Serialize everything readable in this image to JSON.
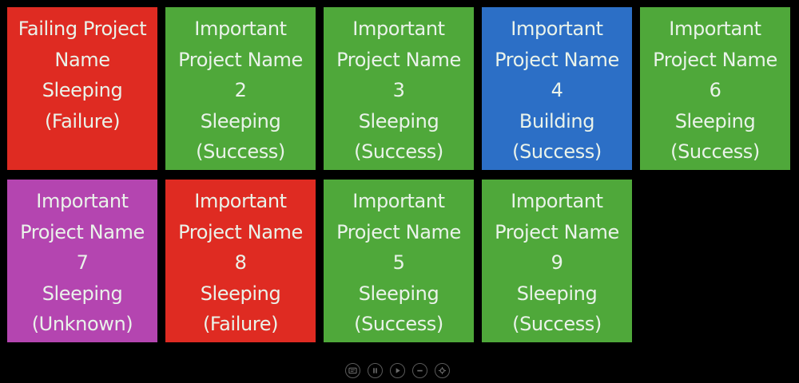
{
  "tiles": [
    {
      "lines": [
        "Failing Project",
        "Name",
        "Sleeping",
        "(Failure)"
      ],
      "color": "red"
    },
    {
      "lines": [
        "Important",
        "Project Name",
        "2",
        "Sleeping",
        "(Success)"
      ],
      "color": "green"
    },
    {
      "lines": [
        "Important",
        "Project Name",
        "3",
        "Sleeping",
        "(Success)"
      ],
      "color": "green"
    },
    {
      "lines": [
        "Important",
        "Project Name",
        "4",
        "Building",
        "(Success)"
      ],
      "color": "blue"
    },
    {
      "lines": [
        "Important",
        "Project Name",
        "6",
        "Sleeping",
        "(Success)"
      ],
      "color": "green"
    },
    {
      "lines": [
        "Important",
        "Project Name",
        "7",
        "Sleeping",
        "(Unknown)"
      ],
      "color": "purple"
    },
    {
      "lines": [
        "Important",
        "Project Name",
        "8",
        "Sleeping",
        "(Failure)"
      ],
      "color": "red"
    },
    {
      "lines": [
        "Important",
        "Project Name",
        "5",
        "Sleeping",
        "(Success)"
      ],
      "color": "green"
    },
    {
      "lines": [
        "Important",
        "Project Name",
        "9",
        "Sleeping",
        "(Success)"
      ],
      "color": "green"
    }
  ],
  "colors": {
    "success": "#4fa83a",
    "failure": "#df2b22",
    "building": "#2c6fc6",
    "unknown": "#b445b0",
    "background": "#000000"
  },
  "controls": [
    "subtitles-icon",
    "pause-icon",
    "play-icon",
    "minimize-icon",
    "settings-icon"
  ]
}
